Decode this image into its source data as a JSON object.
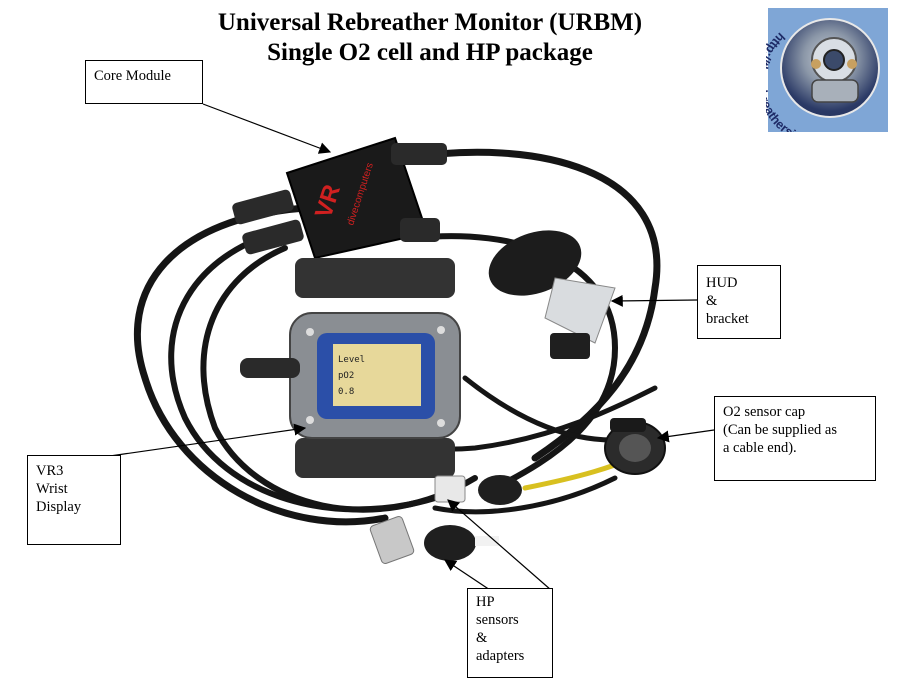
{
  "title": {
    "line1": "Universal Rebreather Monitor (URBM)",
    "line2": "Single O2 cell and HP package"
  },
  "logo": {
    "text": "http://therebreathersite.nl"
  },
  "labels": {
    "core": "Core Module",
    "hud": [
      "HUD",
      "&",
      "bracket"
    ],
    "o2": [
      "O2 sensor cap",
      "(Can be supplied as",
      "a cable end)."
    ],
    "vr3": [
      "VR3",
      "Wrist",
      "Display"
    ],
    "hp": [
      "HP",
      "sensors",
      "&",
      "adapters"
    ]
  },
  "device": {
    "brand": "VR",
    "brand_sub": "divecomputers",
    "screen_lines": [
      "Level",
      "pO2",
      "0.8"
    ]
  }
}
